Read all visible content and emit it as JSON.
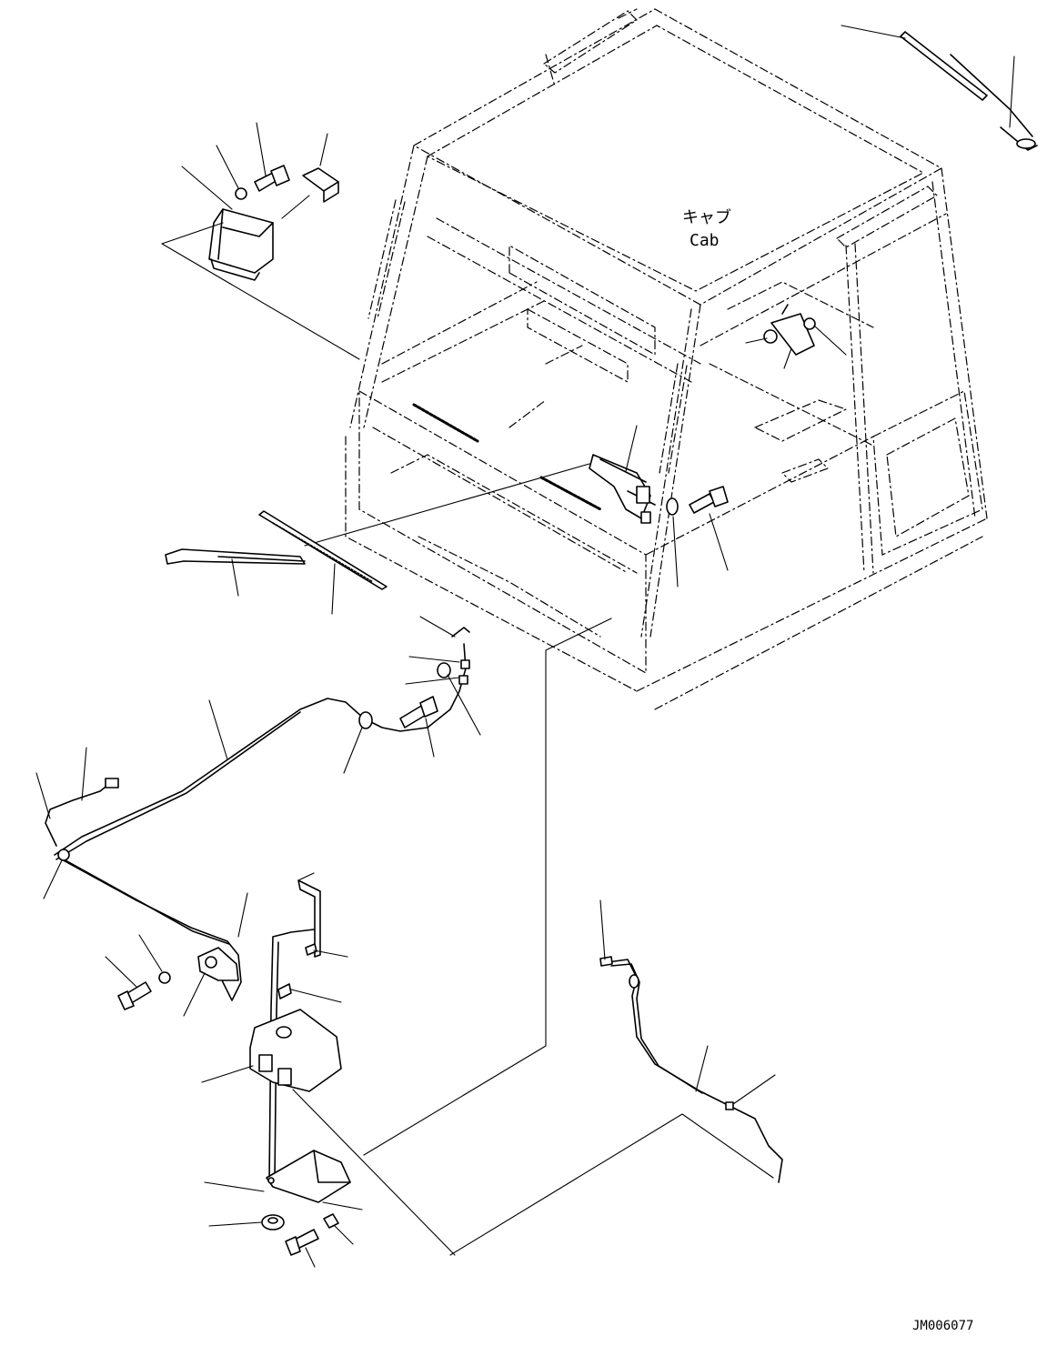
{
  "cab_label_jp": "キャブ",
  "cab_label_en": "Cab",
  "drawing_number": "JM006077"
}
